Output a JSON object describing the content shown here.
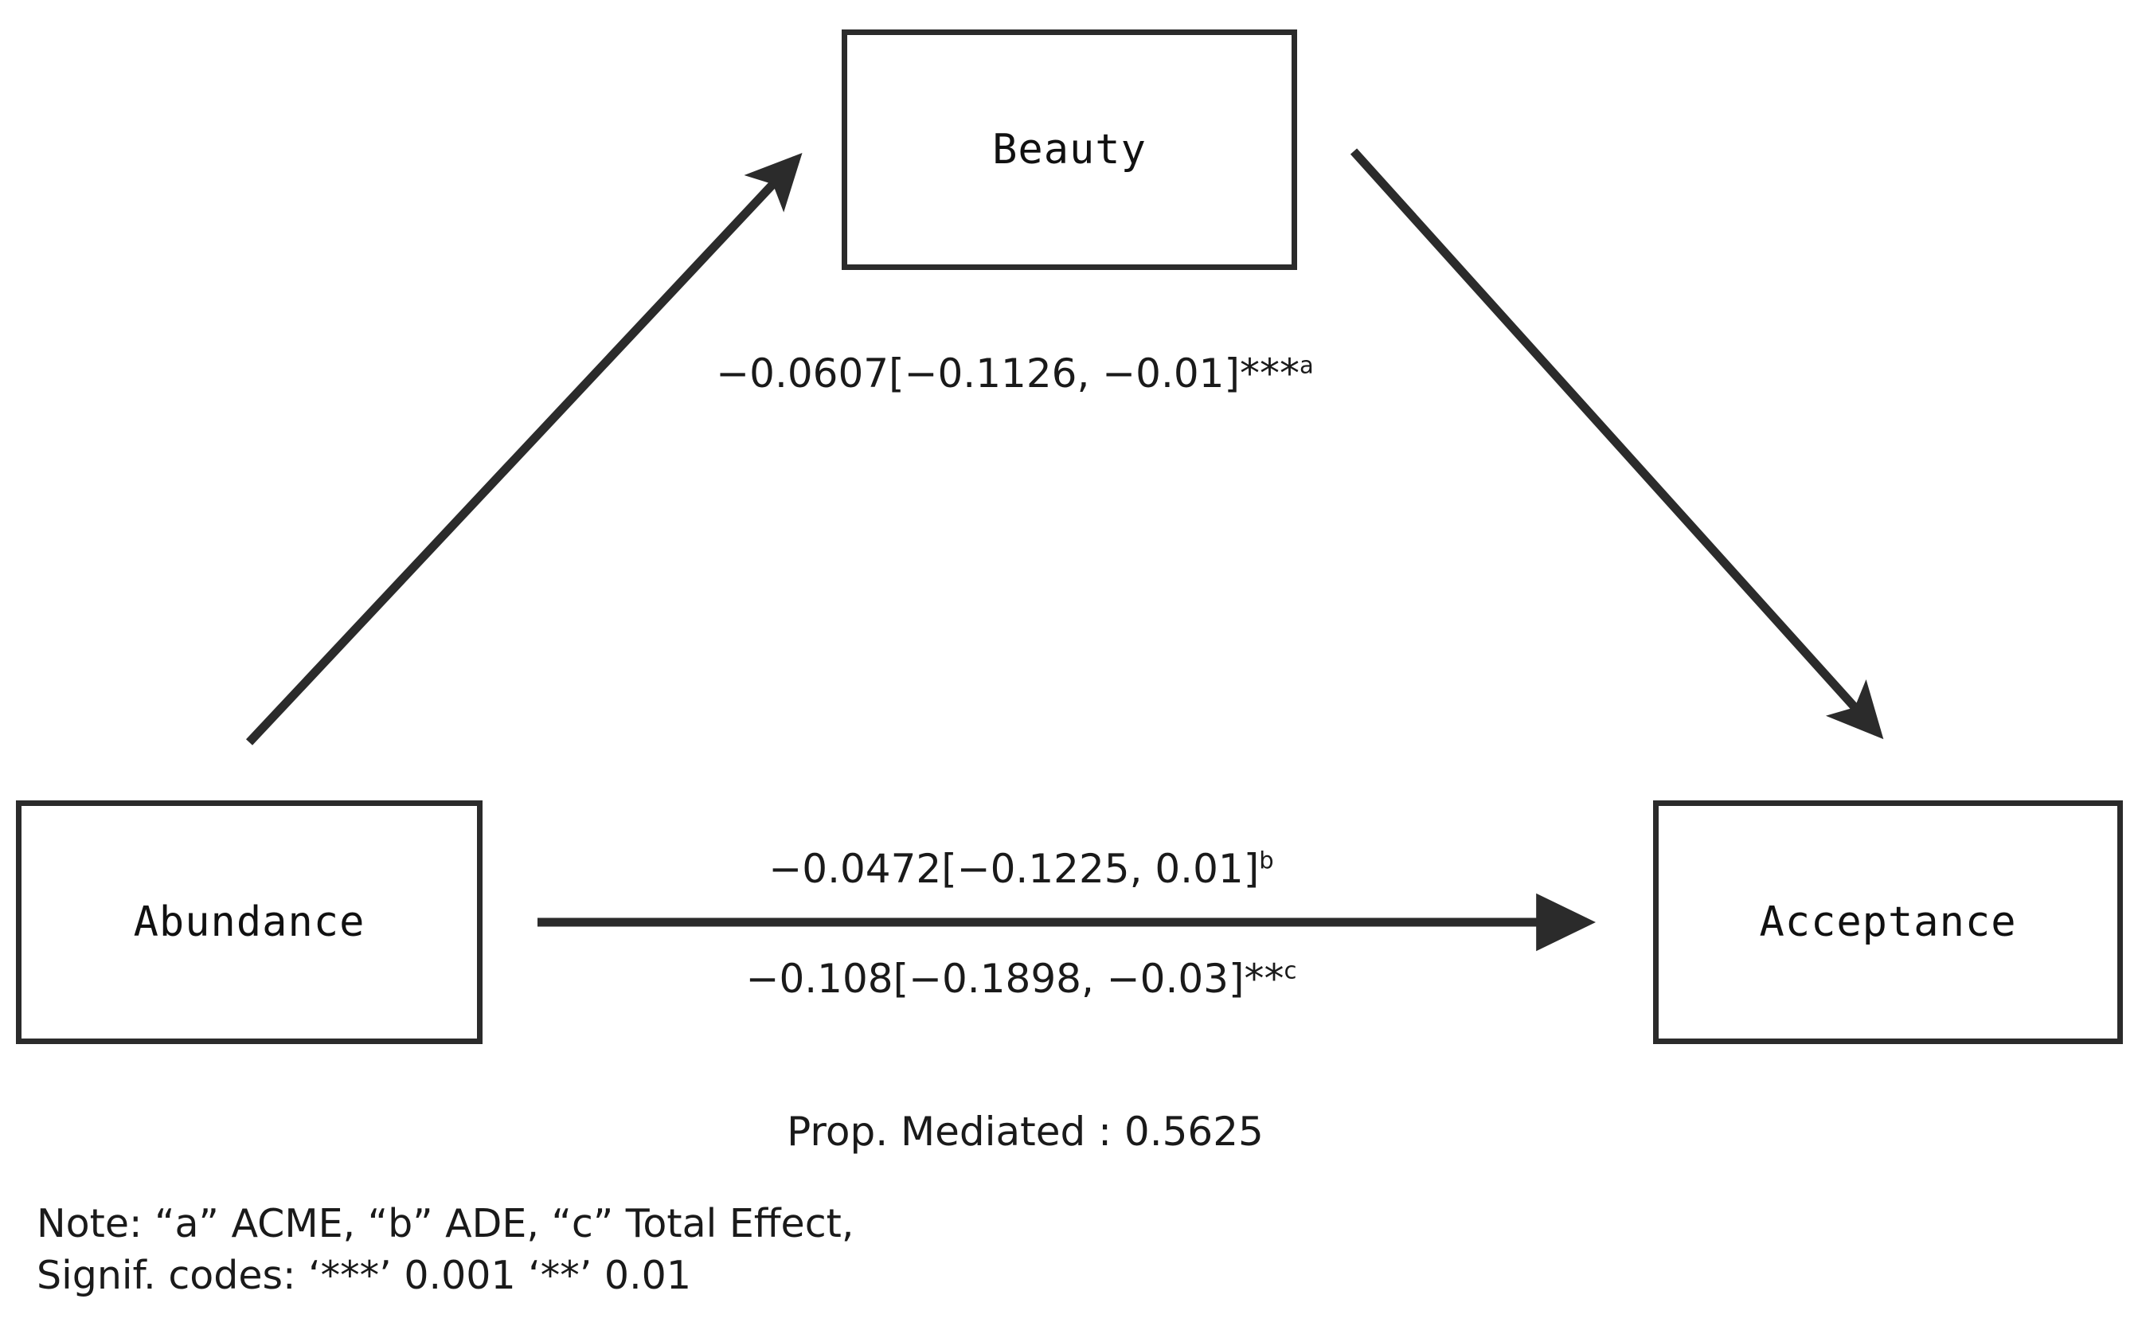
{
  "diagram": {
    "type": "mediation-path-diagram",
    "background_color": "#ffffff",
    "stroke_color": "#2b2b2b",
    "nodes": [
      {
        "id": "beauty",
        "label": "Beauty"
      },
      {
        "id": "abundance",
        "label": "Abundance"
      },
      {
        "id": "acceptance",
        "label": "Acceptance"
      }
    ],
    "edges": [
      {
        "id": "acme",
        "from": "abundance",
        "to": "beauty",
        "role": "ACME",
        "estimate": -0.0607,
        "ci_lower": -0.1126,
        "ci_upper": -0.01,
        "stars": "***",
        "marker": "a",
        "text_value": "−0.0607[−0.1126, −0.01]",
        "text_stars": "***",
        "text_marker": "a"
      },
      {
        "id": "ade",
        "from": "abundance",
        "to": "acceptance",
        "role": "ADE",
        "estimate": -0.0472,
        "ci_lower": -0.1225,
        "ci_upper": 0.01,
        "stars": "",
        "marker": "b",
        "text_value": "−0.0472[−0.1225, 0.01]",
        "text_stars": "",
        "text_marker": "b"
      },
      {
        "id": "total",
        "from": "abundance",
        "to": "acceptance",
        "role": "Total Effect",
        "estimate": -0.108,
        "ci_lower": -0.1898,
        "ci_upper": -0.03,
        "stars": "**",
        "marker": "c",
        "text_value": "−0.108[−0.1898, −0.03]",
        "text_stars": "**",
        "text_marker": "c"
      }
    ],
    "prop_mediated_text": "Prop. Mediated : 0.5625",
    "prop_mediated_value": 0.5625,
    "footnote": {
      "line1": "Note: “a” ACME, “b” ADE, “c” Total Effect,",
      "line2": "Signif. codes: ‘***’ 0.001 ‘**’ 0.01"
    }
  }
}
